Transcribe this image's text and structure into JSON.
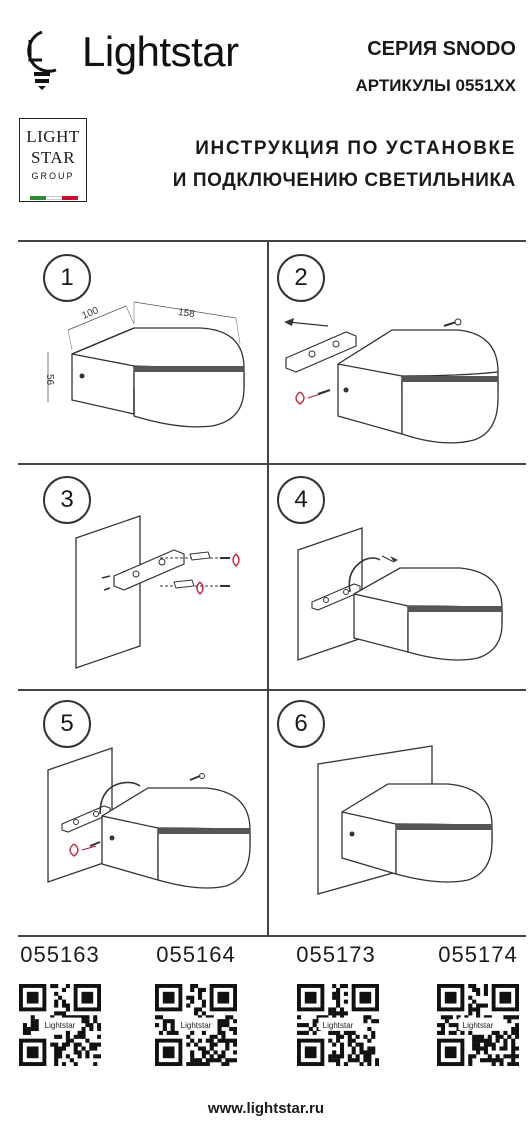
{
  "header": {
    "brand_name": "Lightstar",
    "series": "СЕРИЯ SNODO",
    "articles": "АРТИКУЛЫ 0551ХХ"
  },
  "group_logo": {
    "line1": "LIGHT",
    "line2": "STAR",
    "line3": "GROUP",
    "flag_colors": [
      "#2e8b3a",
      "#ffffff",
      "#c8102e"
    ]
  },
  "instructions": {
    "line1": "ИНСТРУКЦИЯ ПО УСТАНОВКЕ",
    "line2": "И ПОДКЛЮЧЕНИЮ СВЕТИЛЬНИКА"
  },
  "steps": [
    {
      "number": "1",
      "dims": {
        "depth": "100",
        "width": "158",
        "height": "56"
      }
    },
    {
      "number": "2"
    },
    {
      "number": "3"
    },
    {
      "number": "4"
    },
    {
      "number": "5"
    },
    {
      "number": "6"
    }
  ],
  "codes": [
    {
      "code": "055163",
      "qr_label": "Lightstar"
    },
    {
      "code": "055164",
      "qr_label": "Lightstar"
    },
    {
      "code": "055173",
      "qr_label": "Lightstar"
    },
    {
      "code": "055174",
      "qr_label": "Lightstar"
    }
  ],
  "footer": {
    "website": "www.lightstar.ru"
  }
}
